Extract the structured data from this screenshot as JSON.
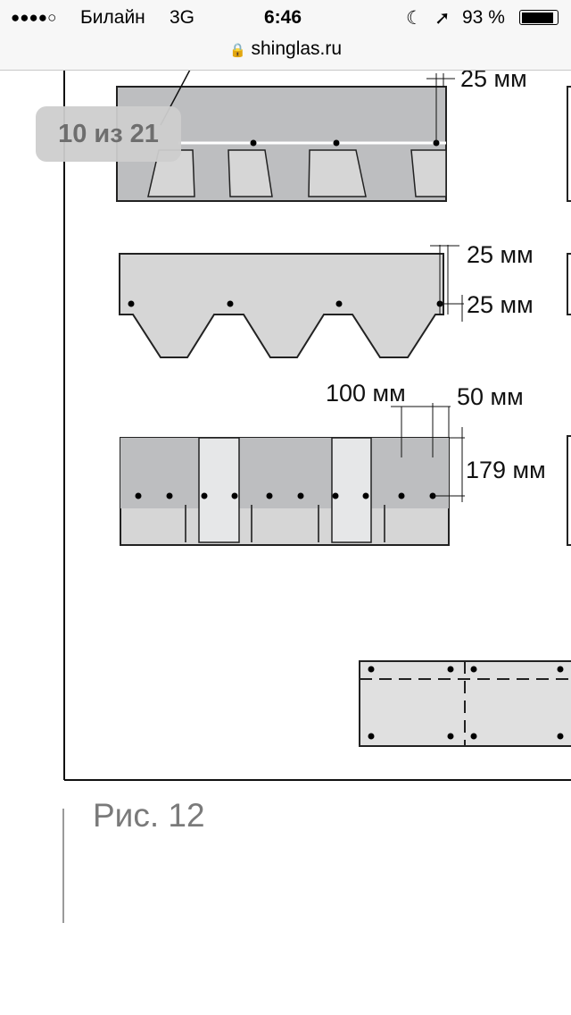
{
  "status_bar": {
    "signal": "●●●●○",
    "carrier": "Билайн",
    "network": "3G",
    "time": "6:46",
    "battery": "93 %"
  },
  "browser": {
    "domain": "shinglas.ru"
  },
  "gallery": {
    "counter": "10 из 21"
  },
  "figure": {
    "labels": {
      "top_offset": "25 мм",
      "side_offset_1": "25 мм",
      "side_offset_2": "25 мм",
      "spacing_100": "100 мм",
      "spacing_50": "50 мм",
      "height_179": "179 мм"
    },
    "caption": "Рис. 12"
  },
  "colors": {
    "shingle_dark": "#bdbec0",
    "shingle_light": "#d6d6d6",
    "strip": "#e6e7e8"
  }
}
